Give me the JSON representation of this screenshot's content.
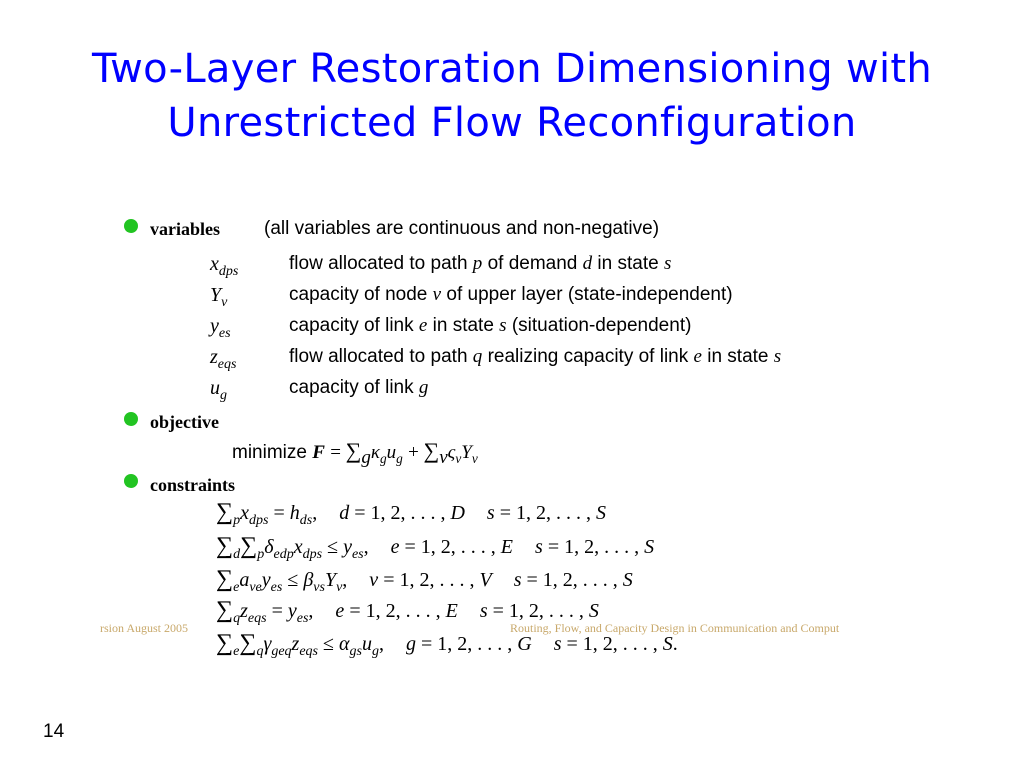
{
  "title": {
    "line1": "Two-Layer Restoration Dimensioning with",
    "line2": "Unrestricted Flow Reconfiguration"
  },
  "sections": {
    "variables": {
      "heading": "variables",
      "note": "(all variables are continuous and non-negative)"
    },
    "objective": {
      "heading": "objective",
      "minimize_label": "minimize"
    },
    "constraints": {
      "heading": "constraints"
    }
  },
  "variables": [
    {
      "symbol": "x_dps",
      "description": "flow allocated to path p of demand d in state s"
    },
    {
      "symbol": "Y_v",
      "description": "capacity of node v of upper layer (state-independent)"
    },
    {
      "symbol": "y_es",
      "description": "capacity of link e in state s (situation-dependent)"
    },
    {
      "symbol": "z_eqs",
      "description": "flow allocated to path q realizing capacity of link e in state s"
    },
    {
      "symbol": "u_g",
      "description": "capacity of link g"
    }
  ],
  "objective": "F = Σ_g κ_g u_g + Σ_v ς_v Y_v",
  "constraints": [
    "Σ_p x_dps = h_ds,   d = 1, 2, . . . , D   s = 1, 2, . . . , S",
    "Σ_d Σ_p δ_edp x_dps ≤ y_es,   e = 1, 2, . . . , E   s = 1, 2, . . . , S",
    "Σ_e a_ve y_es ≤ β_vs Y_v,   v = 1, 2, . . . , V   s = 1, 2, . . . , S",
    "Σ_q z_eqs = y_es,   e = 1, 2, . . . , E   s = 1, 2, . . . , S",
    "Σ_e Σ_q γ_geq z_eqs ≤ α_gs u_g,   g = 1, 2, . . . , G   s = 1, 2, . . . , S."
  ],
  "footer": {
    "left": "rsion August 2005",
    "right": "Routing, Flow, and Capacity Design in Communication and Comput"
  },
  "page_number": "14",
  "colors": {
    "title": "#0000ff",
    "bullet": "#22c422",
    "footer": "#c8a86a"
  }
}
